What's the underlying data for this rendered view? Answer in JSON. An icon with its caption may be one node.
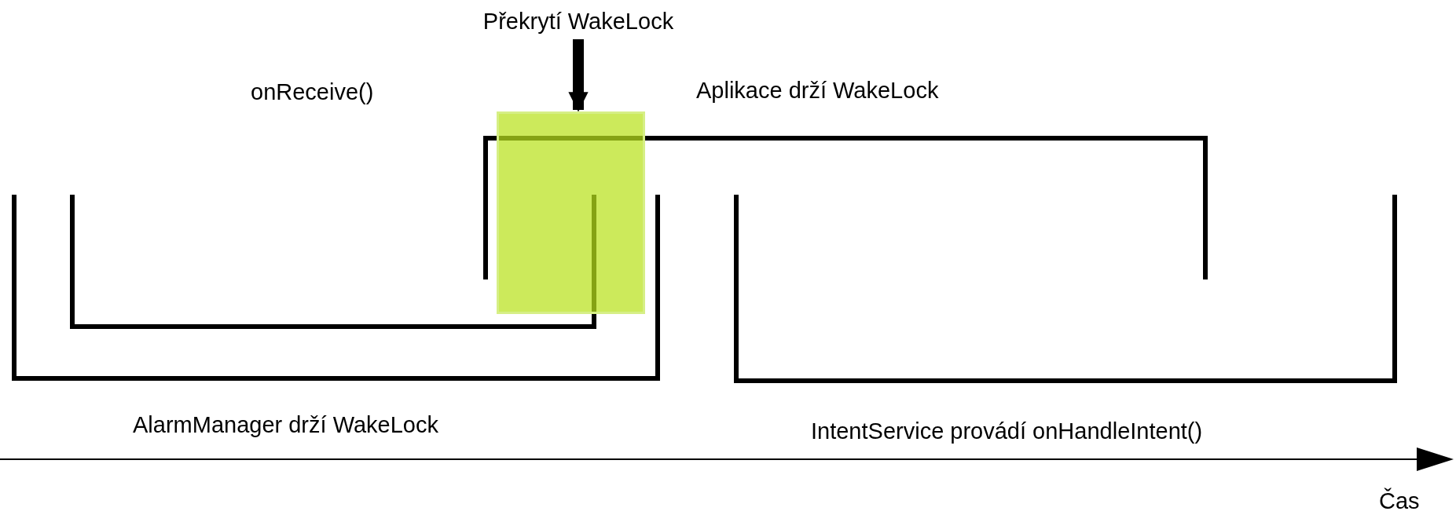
{
  "diagram": {
    "nodes": [
      {
        "text": [
          "Překrytí WakeLock"
        ]
      },
      {
        "text": [],
        "shape": "box"
      }
    ],
    "edges": [
      {
        "from": 0,
        "to": 1,
        "arrow": "to"
      }
    ],
    "labels": [
      "onReceive()",
      "Aplikace drží WakeLock",
      "AlarmManager drží WakeLock",
      "IntentService provádí onHandleIntent()",
      "Čas"
    ]
  }
}
